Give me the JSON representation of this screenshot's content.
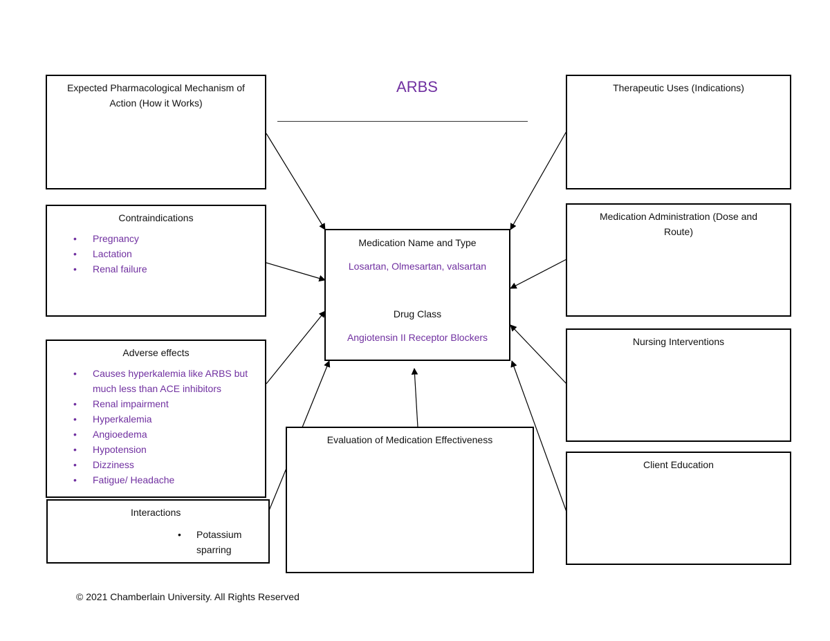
{
  "document": {
    "title": "ARBS",
    "footer": "© 2021 Chamberlain University. All Rights Reserved"
  },
  "boxes": {
    "mechanism": {
      "title": "Expected Pharmacological Mechanism of Action (How it Works)"
    },
    "therapeutic_uses": {
      "title": "Therapeutic Uses (Indications)"
    },
    "contraindications": {
      "title": "Contraindications",
      "items": [
        "Pregnancy",
        "Lactation",
        "Renal failure"
      ]
    },
    "medication": {
      "title": "Medication Name and Type",
      "name": "Losartan, Olmesartan, valsartan",
      "class_label": "Drug Class",
      "class_value": "Angiotensin II Receptor Blockers"
    },
    "administration": {
      "title": "Medication Administration (Dose and Route)"
    },
    "adverse_effects": {
      "title": "Adverse effects",
      "items": [
        "Causes hyperkalemia like ARBS but much less than ACE inhibitors",
        "Renal impairment",
        "Hyperkalemia",
        "Angioedema",
        "Hypotension",
        "Dizziness",
        "Fatigue/ Headache"
      ]
    },
    "nursing": {
      "title": "Nursing Interventions"
    },
    "client_education": {
      "title": "Client Education"
    },
    "evaluation": {
      "title": "Evaluation of Medication Effectiveness"
    },
    "interactions": {
      "title": "Interactions",
      "items": [
        "Potassium sparring"
      ]
    }
  },
  "colors": {
    "accent": "#7030a0",
    "border": "#000000",
    "text": "#111111"
  }
}
